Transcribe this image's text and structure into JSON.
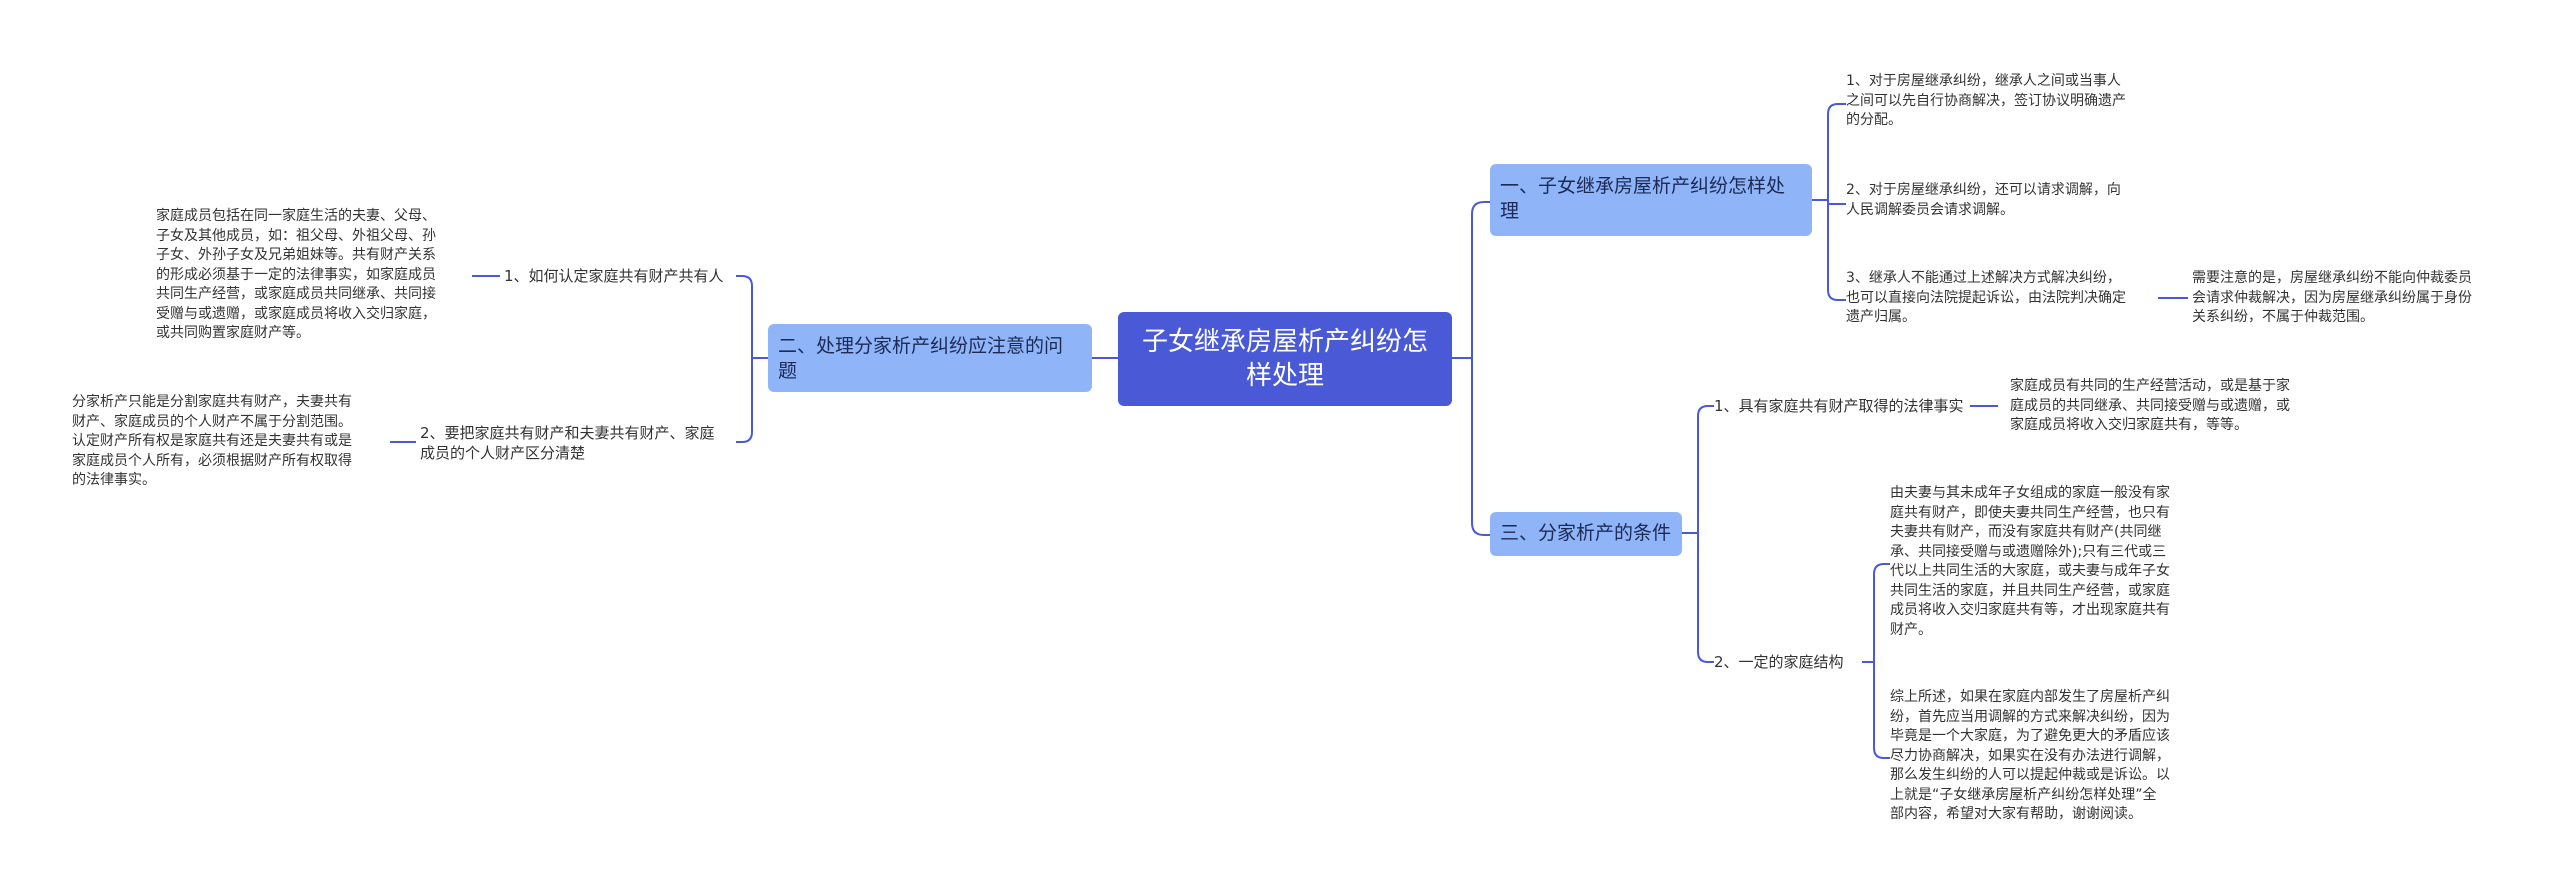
{
  "root": {
    "title": "子女继承房屋析产纠纷怎样处理"
  },
  "branches": {
    "b1": {
      "title": "一、子女继承房屋析产纠纷怎样处理",
      "items": [
        "1、对于房屋继承纠纷，继承人之间或当事人\n之间可以先自行协商解决，签订协议明确遗产\n的分配。",
        "2、对于房屋继承纠纷，还可以请求调解，向\n人民调解委员会请求调解。",
        "3、继承人不能通过上述解决方式解决纠纷，\n也可以直接向法院提起诉讼，由法院判决确定\n遗产归属。"
      ],
      "item3_note": "需要注意的是，房屋继承纠纷不能向仲裁委员\n会请求仲裁解决，因为房屋继承纠纷属于身份\n关系纠纷，不属于仲裁范围。"
    },
    "b2": {
      "title": "二、处理分家析产纠纷应注意的问\n题",
      "items": [
        {
          "label": "1、如何认定家庭共有财产共有人",
          "note": "家庭成员包括在同一家庭生活的夫妻、父母、\n子女及其他成员，如：祖父母、外祖父母、孙\n子女、外孙子女及兄弟姐妹等。共有财产关系\n的形成必须基于一定的法律事实，如家庭成员\n共同生产经营，或家庭成员共同继承、共同接\n受赠与或遗赠，或家庭成员将收入交归家庭，\n或共同购置家庭财产等。"
        },
        {
          "label": "2、要把家庭共有财产和夫妻共有财产、家庭\n成员的个人财产区分清楚",
          "note": "分家析产只能是分割家庭共有财产，夫妻共有\n财产、家庭成员的个人财产不属于分割范围。\n认定财产所有权是家庭共有还是夫妻共有或是\n家庭成员个人所有，必须根据财产所有权取得\n的法律事实。"
        }
      ]
    },
    "b3": {
      "title": "三、分家析产的条件",
      "items": [
        {
          "label": "1、具有家庭共有财产取得的法律事实",
          "note": "家庭成员有共同的生产经营活动，或是基于家\n庭成员的共同继承、共同接受赠与或遗赠，或\n家庭成员将收入交归家庭共有，等等。"
        },
        {
          "label": "2、一定的家庭结构",
          "notes": [
            "由夫妻与其未成年子女组成的家庭一般没有家\n庭共有财产，即使夫妻共同生产经营，也只有\n夫妻共有财产，而没有家庭共有财产(共同继\n承、共同接受赠与或遗赠除外);只有三代或三\n代以上共同生活的大家庭，或夫妻与成年子女\n共同生活的家庭，并且共同生产经营，或家庭\n成员将收入交归家庭共有等，才出现家庭共有\n财产。",
            "综上所述，如果在家庭内部发生了房屋析产纠\n纷，首先应当用调解的方式来解决纠纷，因为\n毕竟是一个大家庭，为了避免更大的矛盾应该\n尽力协商解决，如果实在没有办法进行调解，\n那么发生纠纷的人可以提起仲裁或是诉讼。以\n上就是“子女继承房屋析产纠纷怎样处理”全\n部内容，希望对大家有帮助，谢谢阅读。"
          ]
        }
      ]
    }
  },
  "colors": {
    "root": "#4a5ad6",
    "branch": "#8fb4f8",
    "connector": "#4a5ad6",
    "text": "#333333"
  }
}
